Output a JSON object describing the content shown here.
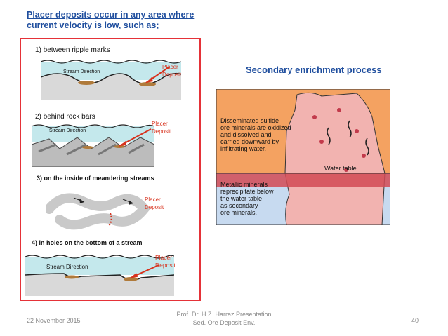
{
  "title": "Placer deposits occur in any area where current velocity is low, such as;",
  "items": [
    {
      "label": "1) between ripple marks",
      "stream": "Stream Direction",
      "placer": "Placer\nDeposit"
    },
    {
      "label": "2) behind rock bars",
      "stream": "Stream Direction",
      "placer": "Placer\nDeposit"
    },
    {
      "label": "3) on the inside of meandering streams",
      "placer": "Placer\nDeposit"
    },
    {
      "label": "4) in holes on the bottom of a stream",
      "stream": "Stream Direction",
      "placer": "Placer\nDeposit"
    }
  ],
  "secondary": {
    "title": "Secondary enrichment process",
    "upper_text": [
      "Disseminated sulfide",
      "ore minerals are oxidized",
      "and dissolved and",
      "carried downward by",
      "infiltrating water."
    ],
    "water_table": "Water table",
    "lower_text": [
      "Metallic minerals",
      "reprecipitate below",
      "the water table",
      "as secondary",
      "ore minerals."
    ]
  },
  "footer": {
    "date": "22 November 2015",
    "author_line1": "Prof. Dr. H.Z. Harraz Presentation",
    "author_line2": "Sed. Ore Deposit Env.",
    "page": "40"
  },
  "colors": {
    "title": "#1f4e9e",
    "frame": "#e53238",
    "placer": "#d8321d",
    "water": "#bfe6ea",
    "rock": "#f2b3b0",
    "sky": "#f4a261"
  }
}
